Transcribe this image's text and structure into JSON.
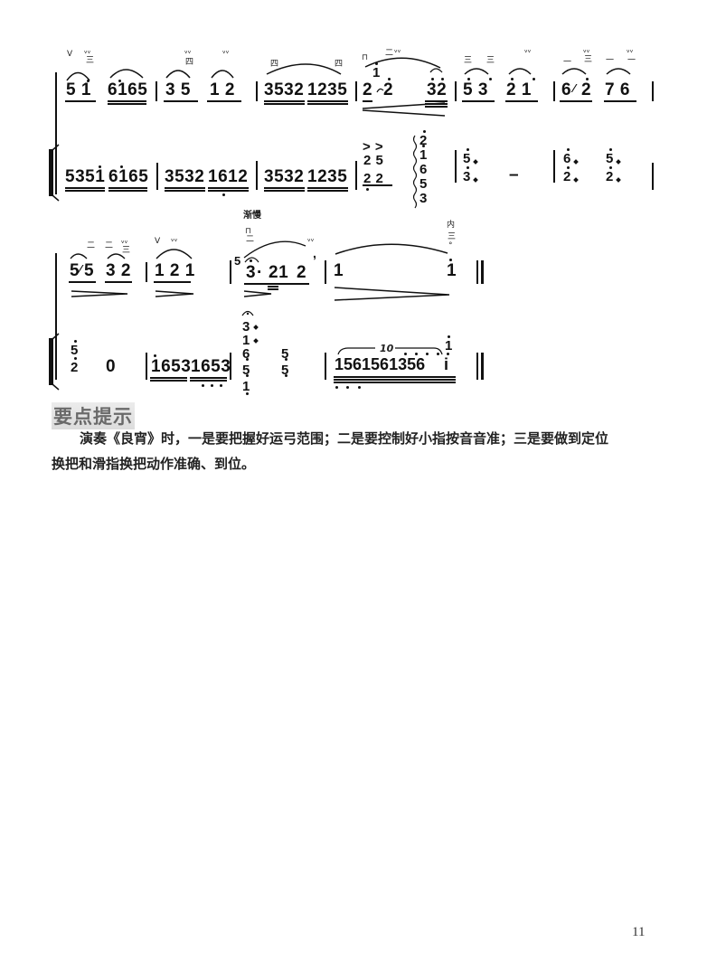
{
  "score": {
    "system1": {
      "upper_staff": {
        "measures": [
          {
            "notes": "5 1̇  6i65",
            "groups": [
              "5 i",
              "6i65"
            ],
            "marks": [
              "V",
              "三",
              "tremolo"
            ]
          },
          {
            "notes": "3 5  1 2",
            "groups": [
              "3 5",
              "1 2"
            ],
            "marks": [
              "四",
              "tremolo",
              "tremolo"
            ]
          },
          {
            "notes": "3532 1235",
            "groups": [
              "3532",
              "1235"
            ],
            "marks": [
              "四",
              "四"
            ]
          },
          {
            "notes": "2 2  32",
            "groups": [
              "2",
              "2",
              "32"
            ],
            "grace": "1̇",
            "marks": [
              "bow-down",
              "二",
              "tremolo",
              "crescendo"
            ]
          },
          {
            "notes": "5 3  2 1",
            "groups": [
              "5 3",
              "2 1"
            ],
            "marks": [
              "三",
              "三",
              "tremolo"
            ]
          },
          {
            "notes": "6 2  7 6",
            "groups": [
              "6/2",
              "7 6"
            ],
            "marks": [
              "一",
              "三",
              "一",
              "一"
            ]
          }
        ]
      },
      "lower_staff": {
        "measures": [
          {
            "groups": [
              "535i",
              "6i65"
            ]
          },
          {
            "groups": [
              "3532",
              "1612"
            ]
          },
          {
            "groups": [
              "3532",
              "1235"
            ]
          },
          {
            "groups": [
              "2 5 / 2 2"
            ],
            "accents": [
              ">",
              ">"
            ]
          },
          {
            "chord": [
              "2",
              "i",
              "6",
              "5",
              "3"
            ],
            "arpeggio": true
          },
          {
            "groups": [
              "5/3",
              "-"
            ]
          },
          {
            "groups": [
              "6/2",
              "5/2"
            ]
          }
        ]
      }
    },
    "system2": {
      "tempo_text": "渐慢",
      "upper_staff": {
        "measures": [
          {
            "groups": [
              "5/5",
              "3 2"
            ],
            "marks": [
              "二",
              "二",
              "三"
            ]
          },
          {
            "groups": [
              "1 2 1"
            ],
            "marks": [
              "V",
              "tremolo"
            ]
          },
          {
            "groups": [
              "3· 21 2"
            ],
            "grace": "5",
            "marks": [
              "bow-down",
              "二",
              "tremolo",
              "breath"
            ]
          },
          {
            "groups": [
              "1",
              "i"
            ],
            "marks": [
              "内",
              "三",
              "harmonic"
            ]
          }
        ]
      },
      "lower_staff": {
        "measures": [
          {
            "groups": [
              "5/2",
              "0"
            ]
          },
          {
            "groups": [
              "i653",
              "1653"
            ]
          },
          {
            "chord": [
              "3",
              "1",
              "6",
              "5",
              "1"
            ],
            "second": [
              "5",
              "5"
            ],
            "fermata": true
          },
          {
            "groups": [
              "1561561356i"
            ],
            "tuplet": "10",
            "grace": "i"
          }
        ]
      }
    }
  },
  "labels": {
    "s1_up_m1a": "5 1",
    "s1_up_m1b": "6165",
    "s1_up_m2a": "3 5",
    "s1_up_m2b": "1 2",
    "s1_up_m3a": "3532",
    "s1_up_m3b": "1235",
    "s1_up_m4a": "2",
    "s1_up_m4b": "2",
    "s1_up_m4c": "32",
    "s1_up_m4grace": "1",
    "s1_up_m5a": "5 3",
    "s1_up_m5b": "2 1",
    "s1_up_m6a": "6",
    "s1_up_m6b": "2",
    "s1_up_m6c": "7 6",
    "s1_lo_m1a": "5351",
    "s1_lo_m1b": "6165",
    "s1_lo_m2a": "3532",
    "s1_lo_m2b": "1612",
    "s1_lo_m3a": "3532",
    "s1_lo_m3b": "1235",
    "s1_lo_m4_top": "2 5",
    "s1_lo_m4_bot": "2 2",
    "s1_lo_m4_acc": "> >",
    "s1_lo_arp": [
      "2",
      "1",
      "6",
      "5",
      "3"
    ],
    "s1_lo_m5_top": "5",
    "s1_lo_m5_bot": "3",
    "s1_lo_m5_dash": "–",
    "s1_lo_m6a_top": "6",
    "s1_lo_m6a_bot": "2",
    "s1_lo_m6b_top": "5",
    "s1_lo_m6b_bot": "2",
    "s2_tempo": "渐慢",
    "s2_up_m1a": "5",
    "s2_up_m1b": "5",
    "s2_up_m1c": "3 2",
    "s2_up_m2": "1 2 1",
    "s2_up_m3grace": "5",
    "s2_up_m3a": "3",
    "s2_up_m3dot": "·",
    "s2_up_m3b": "21",
    "s2_up_m3c": "2",
    "s2_up_m4a": "1",
    "s2_up_m4b": "1",
    "s2_up_m4mark": "内",
    "s2_lo_m1_top": "5",
    "s2_lo_m1_bot": "2",
    "s2_lo_m1_rest": "0",
    "s2_lo_m2a": "1653",
    "s2_lo_m2b": "1653",
    "s2_lo_m3_chord": [
      "3",
      "1",
      "6",
      "5",
      "1"
    ],
    "s2_lo_m3_top": "5",
    "s2_lo_m3_bot": "5",
    "s2_lo_m4": "1561561356",
    "s2_lo_m4_last": "i",
    "s2_lo_m4_tuplet": "10",
    "s2_lo_m4_grace": "1"
  },
  "marks": {
    "pos4": "四",
    "pos3": "三",
    "pos2": "二",
    "pos1": "一",
    "bow_up": "V",
    "bow_down": "⊓",
    "tremolo": "ᵥᵥ"
  },
  "tips": {
    "title": "要点提示",
    "line1": "演奏《良宵》时，一是要把握好运弓范围；二是要控制好小指按音音准；三是要做到定位",
    "line2": "换把和滑指换把动作准确、到位。"
  },
  "page_number": "11"
}
